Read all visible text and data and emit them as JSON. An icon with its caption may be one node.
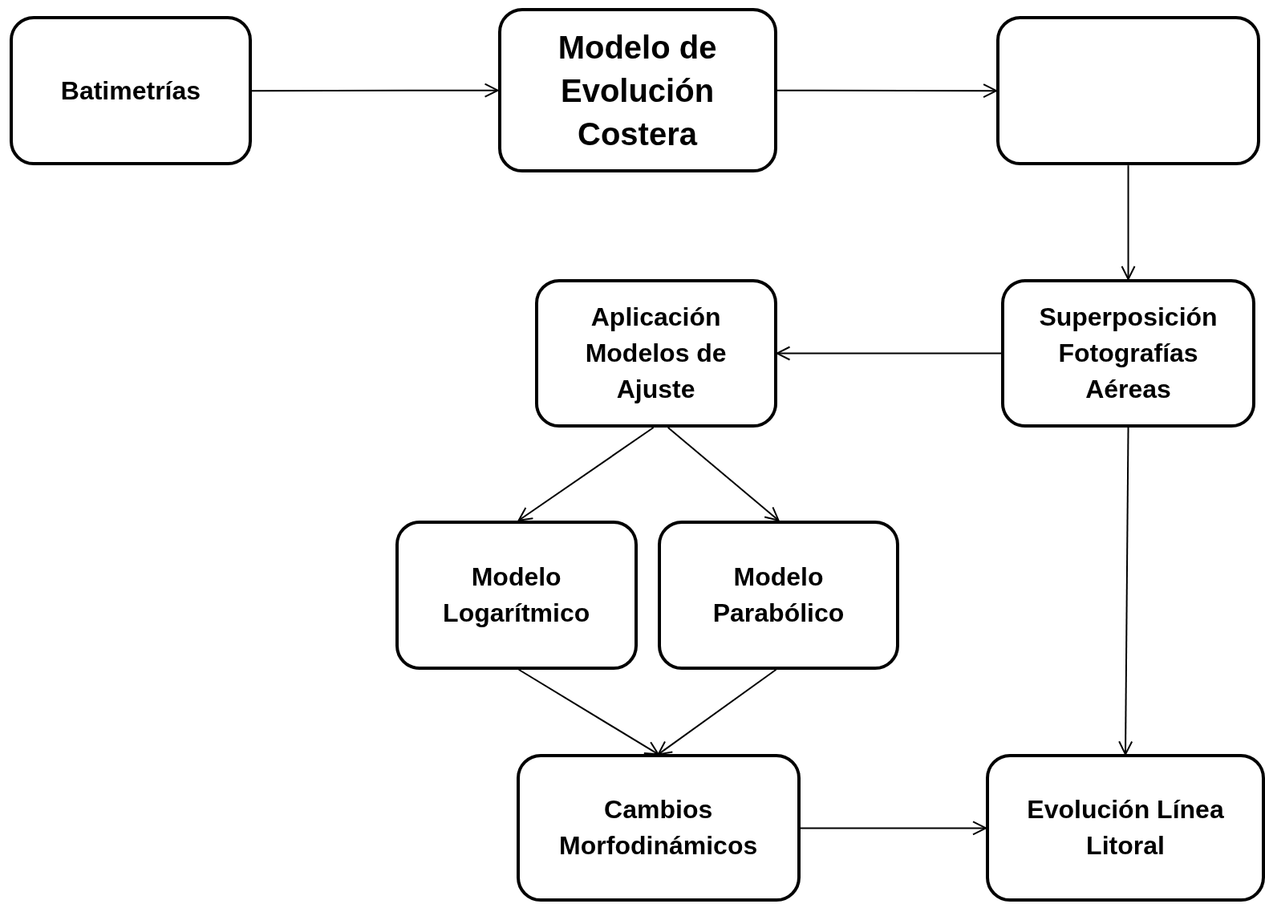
{
  "diagram": {
    "nodes": [
      {
        "text": [
          "Batimetrías"
        ]
      },
      {
        "text": [
          "Modelo de Evolución Costera"
        ]
      },
      {
        "text": [],
        "shape": "box"
      },
      {
        "text": [
          "Superposición Fotografías Aéreas"
        ]
      },
      {
        "text": [
          "Aplicación Modelos de Ajuste"
        ]
      },
      {
        "text": [
          "Modelo Logarítmico"
        ]
      },
      {
        "text": [
          "Modelo Parabólico"
        ]
      },
      {
        "text": [
          "Cambios Morfodinámicos"
        ]
      },
      {
        "text": [
          "Evolución Línea Litoral"
        ]
      }
    ],
    "edges": [
      {
        "from": 0,
        "to": 1,
        "arrow": "to"
      },
      {
        "from": 1,
        "to": 2,
        "arrow": "to"
      },
      {
        "from": 2,
        "to": 3,
        "arrow": "to"
      },
      {
        "from": 3,
        "to": 4,
        "arrow": "to"
      },
      {
        "from": 4,
        "to": 5,
        "arrow": "to"
      },
      {
        "from": 4,
        "to": 6,
        "arrow": "to"
      },
      {
        "from": 5,
        "to": 7,
        "arrow": "to"
      },
      {
        "from": 6,
        "to": 7,
        "arrow": "to"
      },
      {
        "from": 3,
        "to": 8,
        "arrow": "to"
      },
      {
        "from": 7,
        "to": 8,
        "arrow": "to"
      }
    ]
  }
}
